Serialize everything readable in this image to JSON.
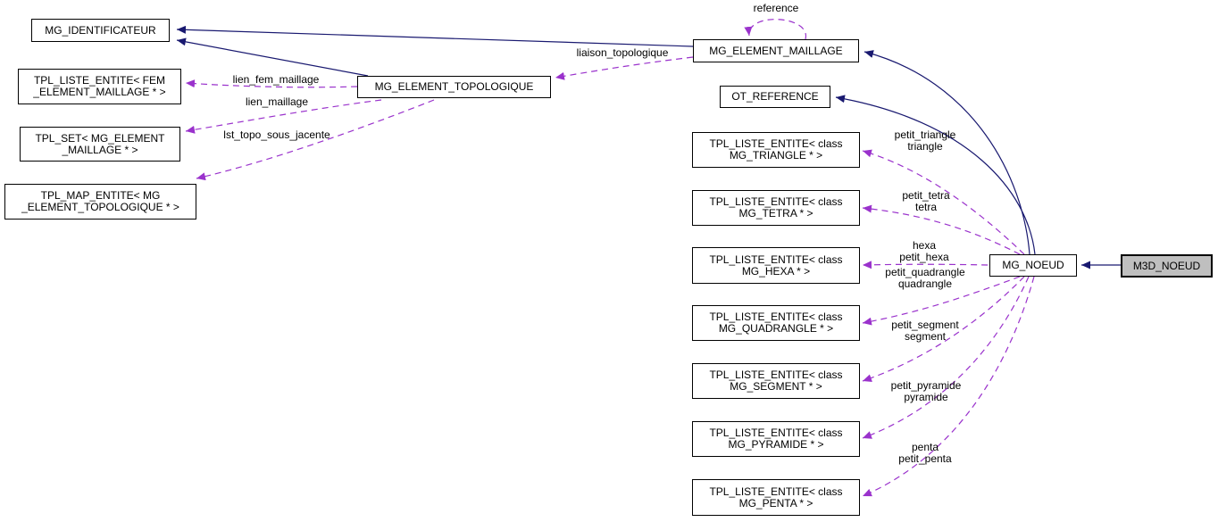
{
  "diagram": {
    "colors": {
      "inheritance_edge": "#191970",
      "usage_edge": "#9a32cc",
      "node_fill": "#ffffff",
      "selected_node_fill": "#bfbfbf",
      "node_border": "#000000"
    },
    "nodes": {
      "mg_identificateur": {
        "line1": "MG_IDENTIFICATEUR"
      },
      "tpl_liste_fem": {
        "line1": "TPL_LISTE_ENTITE< FEM",
        "line2": "_ELEMENT_MAILLAGE * >"
      },
      "tpl_set": {
        "line1": "TPL_SET< MG_ELEMENT",
        "line2": "_MAILLAGE * >"
      },
      "tpl_map": {
        "line1": "TPL_MAP_ENTITE< MG",
        "line2": "_ELEMENT_TOPOLOGIQUE * >"
      },
      "mg_element_topologique": {
        "line1": "MG_ELEMENT_TOPOLOGIQUE"
      },
      "mg_element_maillage": {
        "line1": "MG_ELEMENT_MAILLAGE"
      },
      "ot_reference": {
        "line1": "OT_REFERENCE"
      },
      "tpl_triangle": {
        "line1": "TPL_LISTE_ENTITE< class",
        "line2": "MG_TRIANGLE * >"
      },
      "tpl_tetra": {
        "line1": "TPL_LISTE_ENTITE< class",
        "line2": "MG_TETRA * >"
      },
      "tpl_hexa": {
        "line1": "TPL_LISTE_ENTITE< class",
        "line2": "MG_HEXA * >"
      },
      "tpl_quadrangle": {
        "line1": "TPL_LISTE_ENTITE< class",
        "line2": "MG_QUADRANGLE * >"
      },
      "tpl_segment": {
        "line1": "TPL_LISTE_ENTITE< class",
        "line2": "MG_SEGMENT * >"
      },
      "tpl_pyramide": {
        "line1": "TPL_LISTE_ENTITE< class",
        "line2": "MG_PYRAMIDE * >"
      },
      "tpl_penta": {
        "line1": "TPL_LISTE_ENTITE< class",
        "line2": "MG_PENTA * >"
      },
      "mg_noeud": {
        "line1": "MG_NOEUD"
      },
      "m3d_noeud": {
        "line1": "M3D_NOEUD"
      }
    },
    "edge_labels": {
      "reference": {
        "line1": "reference"
      },
      "liaison_topologique": {
        "line1": "liaison_topologique"
      },
      "lien_fem_maillage": {
        "line1": "lien_fem_maillage"
      },
      "lien_maillage": {
        "line1": "lien_maillage"
      },
      "lst_topo_sous_jacente": {
        "line1": "lst_topo_sous_jacente"
      },
      "triangle": {
        "line1": "petit_triangle",
        "line2": "triangle"
      },
      "tetra": {
        "line1": "petit_tetra",
        "line2": "tetra"
      },
      "hexa": {
        "line1": "hexa",
        "line2": "petit_hexa"
      },
      "quadrangle": {
        "line1": "petit_quadrangle",
        "line2": "quadrangle"
      },
      "segment": {
        "line1": "petit_segment",
        "line2": "segment"
      },
      "pyramide": {
        "line1": "petit_pyramide",
        "line2": "pyramide"
      },
      "penta": {
        "line1": "penta",
        "line2": "petit_penta"
      }
    },
    "edges": [
      {
        "from": "mg_element_maillage",
        "to": "mg_identificateur",
        "style": "inheritance"
      },
      {
        "from": "mg_element_topologique",
        "to": "mg_identificateur",
        "style": "inheritance"
      },
      {
        "from": "mg_noeud",
        "to": "mg_element_maillage",
        "style": "inheritance"
      },
      {
        "from": "mg_noeud",
        "to": "ot_reference",
        "style": "inheritance"
      },
      {
        "from": "m3d_noeud",
        "to": "mg_noeud",
        "style": "inheritance"
      },
      {
        "from": "mg_element_maillage",
        "to": "mg_element_maillage",
        "style": "usage",
        "label": "reference"
      },
      {
        "from": "mg_element_maillage",
        "to": "mg_element_topologique",
        "style": "usage",
        "label": "liaison_topologique"
      },
      {
        "from": "mg_element_topologique",
        "to": "tpl_liste_fem",
        "style": "usage",
        "label": "lien_fem_maillage"
      },
      {
        "from": "mg_element_topologique",
        "to": "tpl_set",
        "style": "usage",
        "label": "lien_maillage"
      },
      {
        "from": "mg_element_topologique",
        "to": "tpl_map",
        "style": "usage",
        "label": "lst_topo_sous_jacente"
      },
      {
        "from": "mg_noeud",
        "to": "tpl_triangle",
        "style": "usage",
        "label": "petit_triangle triangle"
      },
      {
        "from": "mg_noeud",
        "to": "tpl_tetra",
        "style": "usage",
        "label": "petit_tetra tetra"
      },
      {
        "from": "mg_noeud",
        "to": "tpl_hexa",
        "style": "usage",
        "label": "hexa petit_hexa"
      },
      {
        "from": "mg_noeud",
        "to": "tpl_quadrangle",
        "style": "usage",
        "label": "petit_quadrangle quadrangle"
      },
      {
        "from": "mg_noeud",
        "to": "tpl_segment",
        "style": "usage",
        "label": "petit_segment segment"
      },
      {
        "from": "mg_noeud",
        "to": "tpl_pyramide",
        "style": "usage",
        "label": "petit_pyramide pyramide"
      },
      {
        "from": "mg_noeud",
        "to": "tpl_penta",
        "style": "usage",
        "label": "penta petit_penta"
      }
    ]
  }
}
